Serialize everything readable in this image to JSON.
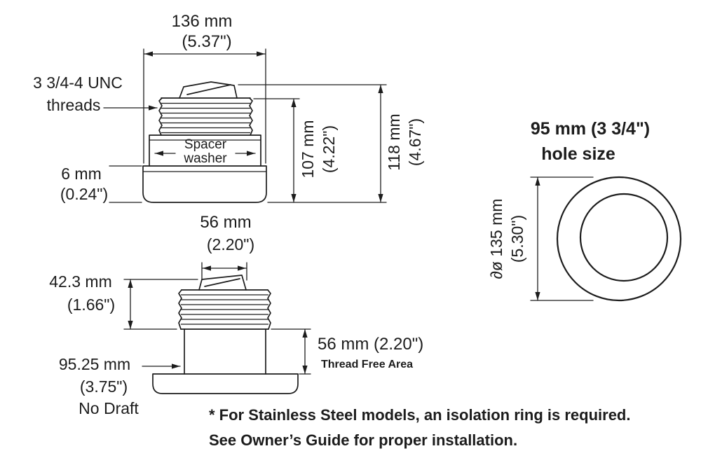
{
  "top_view": {
    "width": {
      "mm": "136 mm",
      "inch": "(5.37\")"
    },
    "threads": {
      "line1": "3 3/4-4 UNC",
      "line2": "threads"
    },
    "spacer": {
      "line1": "Spacer",
      "line2": "washer"
    },
    "lip": {
      "mm": "6 mm",
      "inch": "(0.24\")"
    },
    "height_threads": {
      "mm": "107 mm",
      "inch": "(4.22\")"
    },
    "height_overall": {
      "mm": "118 mm",
      "inch": "(4.67\")"
    }
  },
  "front_view": {
    "stem_width": {
      "mm": "56 mm",
      "inch": "(2.20\")"
    },
    "thread_height": {
      "mm": "42.3 mm",
      "inch": "(1.66\")"
    },
    "no_draft": {
      "mm": "95.25 mm",
      "inch": "(3.75\")",
      "label": "No Draft"
    },
    "thread_free": {
      "value": "56 mm (2.20\")",
      "label": "Thread Free Area"
    }
  },
  "hole_view": {
    "title": {
      "line1": "95 mm (3 3/4\")",
      "line2": "hole size"
    },
    "diameter": {
      "mm": "∂ø 135 mm",
      "inch": "(5.30\")"
    }
  },
  "footnote": {
    "line1": "* For Stainless Steel models, an isolation ring is required.",
    "line2": "See Owner’s Guide for proper installation."
  },
  "colors": {
    "ink": "#1c1c1c",
    "background": "#ffffff"
  }
}
